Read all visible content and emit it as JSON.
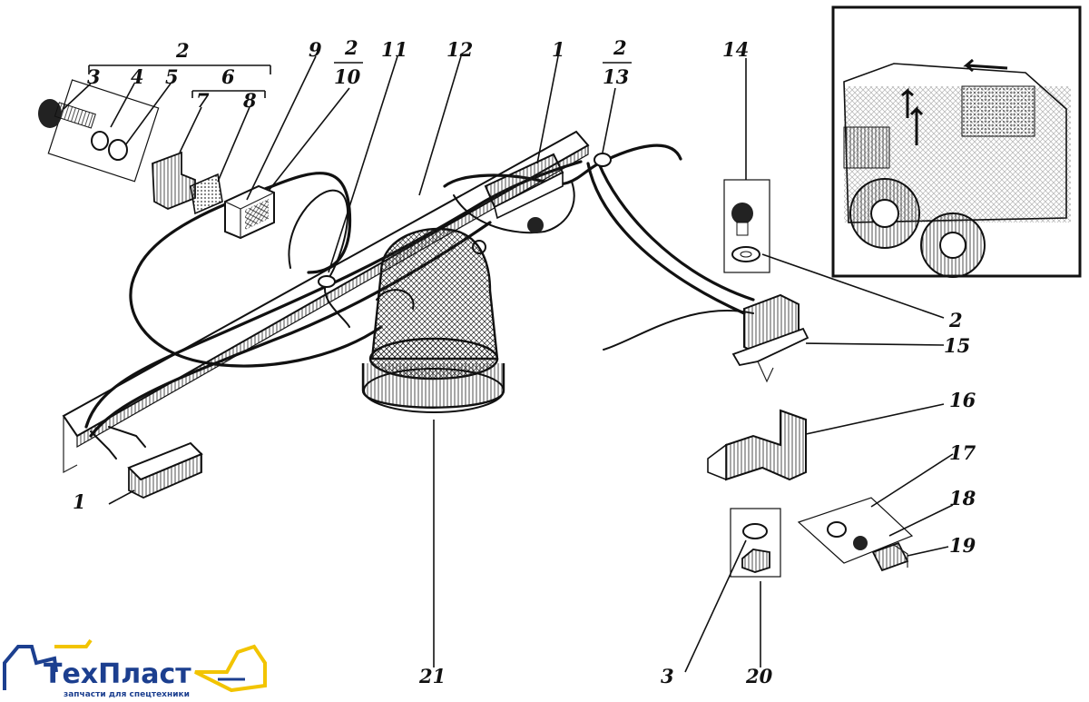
{
  "labels": {
    "l2a": "2",
    "l3": "3",
    "l4": "4",
    "l5": "5",
    "l6": "6",
    "l7": "7",
    "l8": "8",
    "l9": "9",
    "l2b": "2",
    "l10": "10",
    "l11": "11",
    "l12": "12",
    "l1a": "1",
    "l2c": "2",
    "l13": "13",
    "l14": "14",
    "l2d": "2",
    "l15": "15",
    "l1b": "1",
    "l16": "16",
    "l17": "17",
    "l18": "18",
    "l19": "19",
    "l3b": "3",
    "l20": "20",
    "l21": "21"
  },
  "logo": {
    "name": "ТехПласт",
    "tagline": "запчасти для спецтехники"
  },
  "colors": {
    "ink": "#111111",
    "paper": "#ffffff",
    "logo_blue": "#1c3f8f",
    "logo_yellow": "#f2c400"
  }
}
